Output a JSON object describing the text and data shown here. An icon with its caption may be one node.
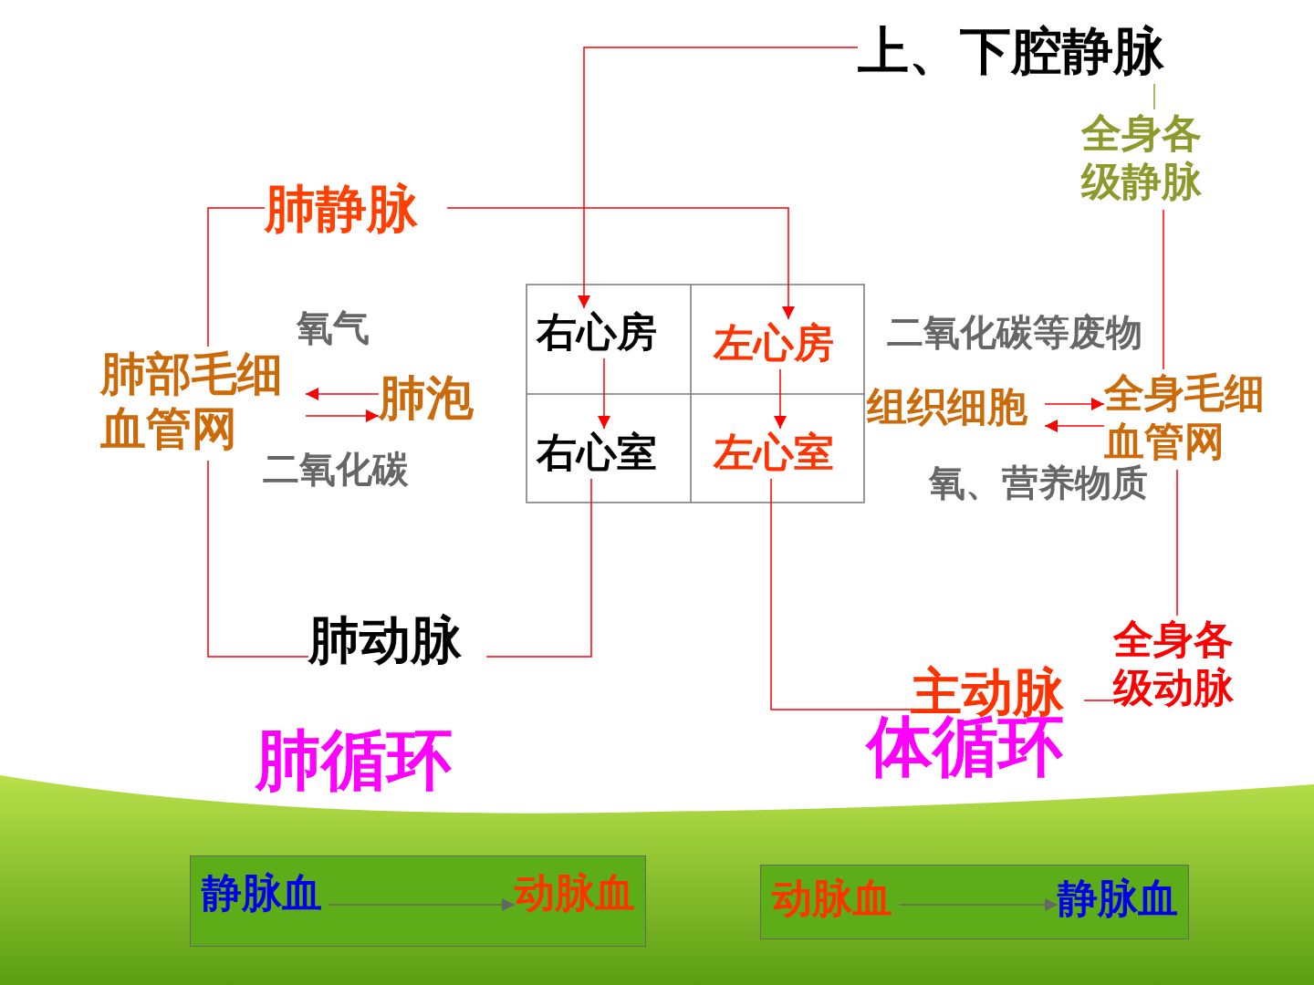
{
  "diagram": {
    "nodes": [
      {
        "text": [
          "上、下腔静脉"
        ]
      },
      {
        "text": [
          "全身各级静脉"
        ]
      },
      {
        "text": [
          "肺静脉"
        ]
      },
      {
        "text": [
          "右心房"
        ]
      },
      {
        "text": [
          "左心房"
        ]
      },
      {
        "text": [
          "肺部毛细血管网"
        ]
      },
      {
        "text": [
          "肺泡"
        ]
      },
      {
        "text": [
          "右心室"
        ]
      },
      {
        "text": [
          "左心室"
        ]
      },
      {
        "text": [
          "组织细胞"
        ]
      },
      {
        "text": [
          "全身毛细血管网"
        ]
      },
      {
        "text": [
          "肺动脉"
        ]
      },
      {
        "text": [
          "全身各级动脉"
        ]
      },
      {
        "text": [
          "主动脉"
        ]
      },
      {
        "text": [],
        "shape": "box"
      },
      {
        "text": [
          "静脉血"
        ],
        "in": 14
      },
      {
        "text": [
          "动脉血"
        ],
        "in": 14
      },
      {
        "text": [],
        "shape": "box"
      },
      {
        "text": [
          "动脉血"
        ],
        "in": 17
      },
      {
        "text": [
          "静脉血"
        ],
        "in": 17
      }
    ],
    "edges": [
      {
        "from": 0,
        "to": 3,
        "arrow": "to"
      },
      {
        "from": 1,
        "to": 0,
        "arrow": "none",
        "color": "#999933"
      },
      {
        "from": 10,
        "to": 1,
        "arrow": "none"
      },
      {
        "from": 12,
        "to": 10,
        "arrow": "none"
      },
      {
        "from": 2,
        "to": 4,
        "arrow": "to"
      },
      {
        "from": 5,
        "to": 2,
        "arrow": "none"
      },
      {
        "from": 6,
        "to": 5,
        "arrow": "to"
      },
      {
        "from": 5,
        "to": 6,
        "arrow": "to"
      },
      {
        "from": 3,
        "to": 7,
        "arrow": "to"
      },
      {
        "from": 4,
        "to": 8,
        "arrow": "to"
      },
      {
        "from": 7,
        "to": 11,
        "arrow": "none"
      },
      {
        "from": 11,
        "to": 5,
        "arrow": "none"
      },
      {
        "from": 8,
        "to": 13,
        "arrow": "none"
      },
      {
        "from": 13,
        "to": 12,
        "arrow": "none"
      },
      {
        "from": 9,
        "to": 10,
        "arrow": "to"
      },
      {
        "from": 10,
        "to": 9,
        "arrow": "to"
      },
      {
        "from": 15,
        "to": 16,
        "arrow": "to",
        "color": "#666666"
      },
      {
        "from": 18,
        "to": 19,
        "arrow": "to",
        "color": "#666666"
      }
    ],
    "labels": [
      "氧气",
      "二氧化碳",
      "二氧化碳等废物",
      "氧、营养物质",
      "肺循环",
      "体循环"
    ]
  }
}
